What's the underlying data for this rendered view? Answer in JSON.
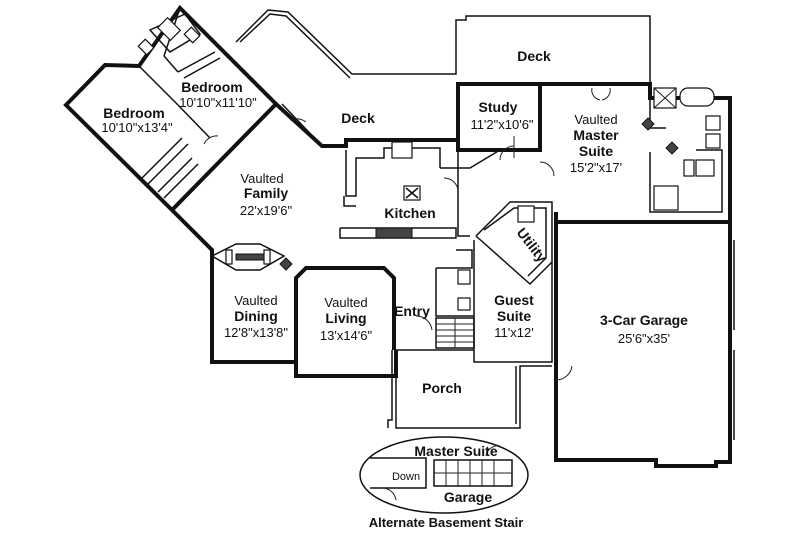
{
  "rooms": {
    "bedroom_upper": {
      "name": "Bedroom",
      "dims": "10'10\"x11'10\""
    },
    "bedroom_lower": {
      "name": "Bedroom",
      "dims": "10'10\"x13'4\""
    },
    "deck_top": {
      "name": "Deck"
    },
    "deck_mid": {
      "name": "Deck"
    },
    "study": {
      "name": "Study",
      "dims": "11'2\"x10'6\""
    },
    "master": {
      "prefix": "Vaulted",
      "name1": "Master",
      "name2": "Suite",
      "dims": "15'2\"x17'"
    },
    "family": {
      "prefix": "Vaulted",
      "name": "Family",
      "dims": "22'x19'6\""
    },
    "kitchen": {
      "name": "Kitchen"
    },
    "utility": {
      "name": "Utility"
    },
    "dining": {
      "prefix": "Vaulted",
      "name": "Dining",
      "dims": "12'8\"x13'8\""
    },
    "living": {
      "prefix": "Vaulted",
      "name": "Living",
      "dims": "13'x14'6\""
    },
    "entry": {
      "name": "Entry"
    },
    "guest": {
      "name1": "Guest",
      "name2": "Suite",
      "dims": "11'x12'"
    },
    "garage": {
      "name": "3-Car Garage",
      "dims": "25'6\"x35'"
    },
    "porch": {
      "name": "Porch"
    }
  },
  "inset": {
    "top": "Master Suite",
    "down": "Down",
    "bottom": "Garage",
    "caption": "Alternate Basement Stair"
  }
}
